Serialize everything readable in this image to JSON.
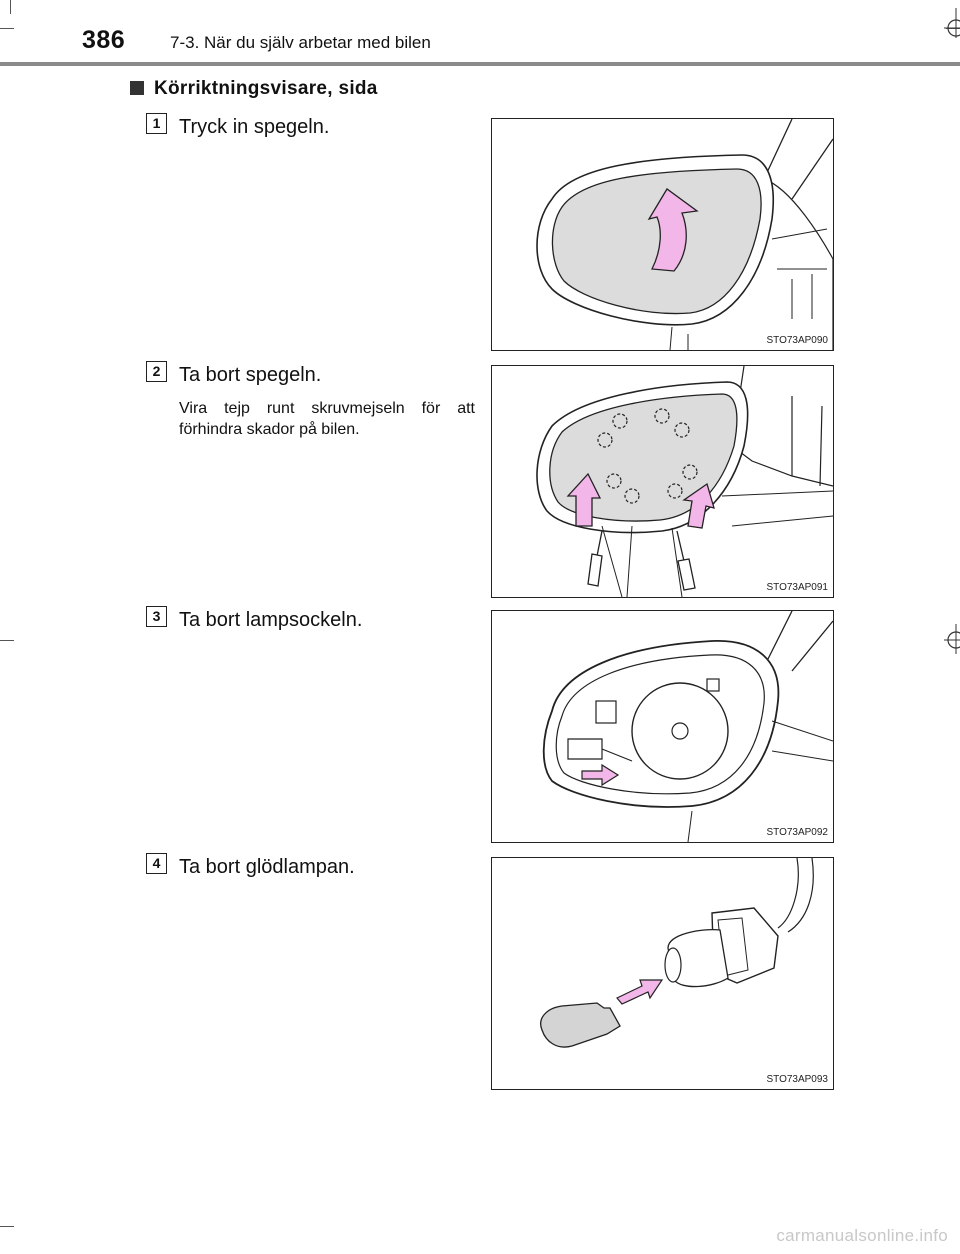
{
  "header": {
    "page_number": "386",
    "chapter": "7-3. När du själv arbetar med bilen"
  },
  "section": {
    "title": "Körriktningsvisare, sida"
  },
  "steps": [
    {
      "number": "1",
      "text": "Tryck in spegeln.",
      "figure_code": "STO73AP090"
    },
    {
      "number": "2",
      "text": "Ta bort spegeln.",
      "note": "Vira tejp runt skruvmejseln för att förhindra skador på bilen.",
      "figure_code": "STO73AP091"
    },
    {
      "number": "3",
      "text": "Ta bort lampsockeln.",
      "figure_code": "STO73AP092"
    },
    {
      "number": "4",
      "text": "Ta bort glödlampan.",
      "figure_code": "STO73AP093"
    }
  ],
  "footer": {
    "watermark": "carmanualsonline.info"
  },
  "colors": {
    "arrow_fill": "#f3b6e8",
    "mirror_fill": "#dcdcdc",
    "header_rule": "#8a8a8a"
  }
}
